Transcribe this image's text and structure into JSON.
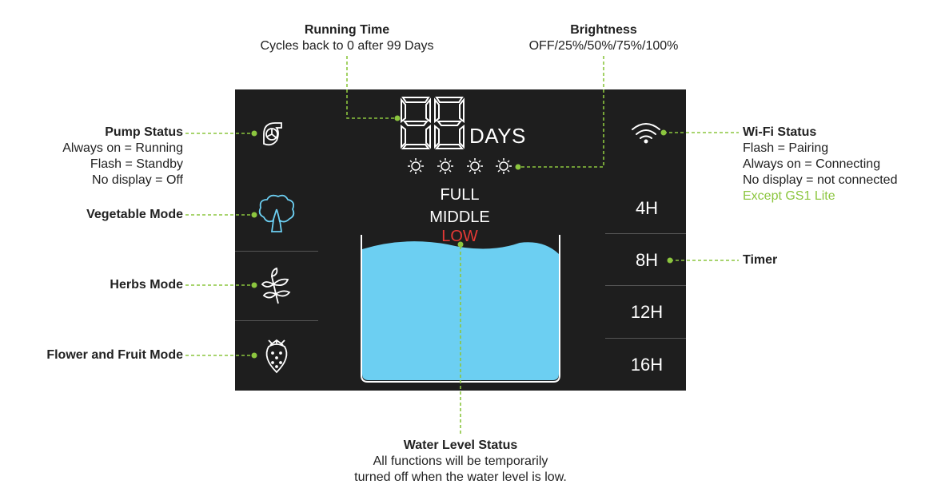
{
  "running_time": {
    "title": "Running Time",
    "desc": "Cycles back to 0 after 99 Days"
  },
  "brightness": {
    "title": "Brightness",
    "desc": "OFF/25%/50%/75%/100%"
  },
  "pump_status": {
    "title": "Pump Status",
    "lines": [
      "Always on = Running",
      "Flash = Standby",
      "No display = Off"
    ]
  },
  "vegetable_mode": {
    "title": "Vegetable Mode"
  },
  "herbs_mode": {
    "title": "Herbs Mode"
  },
  "flower_fruit_mode": {
    "title": "Flower and Fruit Mode"
  },
  "wifi_status": {
    "title": "Wi-Fi Status",
    "lines": [
      "Flash = Pairing",
      "Always on = Connecting",
      "No display = not connected"
    ],
    "note": "Except GS1 Lite"
  },
  "timer": {
    "title": "Timer"
  },
  "water_level_status": {
    "title": "Water Level Status",
    "lines": [
      "All functions will be temporarily",
      "turned off when the water level is low."
    ]
  },
  "display": {
    "days_label": "DAYS",
    "levels": {
      "full": "FULL",
      "middle": "MIDDLE",
      "low": "LOW"
    },
    "timers": [
      "4H",
      "8H",
      "12H",
      "16H"
    ]
  },
  "colors": {
    "accent_line": "#8cc63f",
    "panel_bg": "#1e1e1e",
    "water": "#6ccff2",
    "low_text": "#e53935",
    "vegetable_icon": "#6ccff2"
  }
}
